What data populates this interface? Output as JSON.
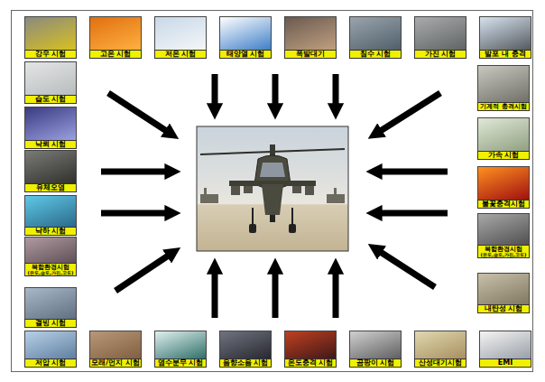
{
  "diagram": {
    "nodes": [
      {
        "text": [
          "강우 시험"
        ]
      },
      {
        "text": [
          "고온 시험"
        ]
      },
      {
        "text": [
          "저온 시험"
        ]
      },
      {
        "text": [
          "태양열 시험"
        ]
      },
      {
        "text": [
          "폭발대기"
        ]
      },
      {
        "text": [
          "침수 시험"
        ]
      },
      {
        "text": [
          "가진 시험"
        ]
      },
      {
        "text": [
          "발포 내 충격"
        ]
      },
      {
        "text": [
          "습도 시험"
        ]
      },
      {
        "text": [
          "낙뢰 시험"
        ]
      },
      {
        "text": [
          "유체오염"
        ]
      },
      {
        "text": [
          "낙하 시험"
        ]
      },
      {
        "text": [
          "복합환경시험",
          "(온도,습도,가진,고도)"
        ]
      },
      {
        "text": [
          "결빙 시험"
        ]
      },
      {
        "text": [
          "기계적 충격시험"
        ]
      },
      {
        "text": [
          "가속 시험"
        ]
      },
      {
        "text": [
          "불꽃충격시험"
        ]
      },
      {
        "text": [
          "복합환경시험",
          "(온도,습도,가진,고도)"
        ]
      },
      {
        "text": [
          "내탄성 시험"
        ]
      },
      {
        "text": [
          "저압 시험"
        ]
      },
      {
        "text": [
          "모래/먼지 시험"
        ]
      },
      {
        "text": [
          "염수분무 시험"
        ]
      },
      {
        "text": [
          "음향소음 시험"
        ]
      },
      {
        "text": [
          "온도충격 시험"
        ]
      },
      {
        "text": [
          "곰팡이 시험"
        ]
      },
      {
        "text": [
          "산성대기시험"
        ]
      },
      {
        "text": [
          "EMI"
        ]
      }
    ]
  }
}
